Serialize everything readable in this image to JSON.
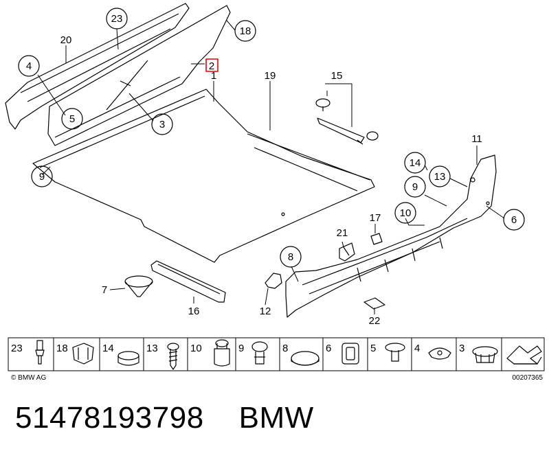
{
  "callouts": {
    "c23": "23",
    "c18": "18",
    "c20": "20",
    "c2": "2",
    "c1": "1",
    "c4": "4",
    "c5": "5",
    "c3": "3",
    "c19": "19",
    "c15": "15",
    "c9a": "9",
    "c11": "11",
    "c14": "14",
    "c13": "13",
    "c9b": "9",
    "c6": "6",
    "c10": "10",
    "c21": "21",
    "c17": "17",
    "c8": "8",
    "c7": "7",
    "c16": "16",
    "c12": "12",
    "c22": "22"
  },
  "legend": {
    "cells": [
      {
        "num": "23",
        "icon": "push-pin-icon"
      },
      {
        "num": "18",
        "icon": "expansion-clip-icon"
      },
      {
        "num": "14",
        "icon": "cap-plug-icon"
      },
      {
        "num": "13",
        "icon": "screw-icon"
      },
      {
        "num": "10",
        "icon": "grommet-nut-icon"
      },
      {
        "num": "9",
        "icon": "push-rivet-icon"
      },
      {
        "num": "8",
        "icon": "round-plug-icon"
      },
      {
        "num": "6",
        "icon": "square-nut-icon"
      },
      {
        "num": "5",
        "icon": "expanding-rivet-icon"
      },
      {
        "num": "4",
        "icon": "spreading-rivet-icon"
      },
      {
        "num": "3",
        "icon": "clip-icon"
      }
    ],
    "copyright": "© BMW AG",
    "diagram_id": "00207365"
  },
  "caption": {
    "part_number": "51478193798",
    "brand": "BMW"
  },
  "colors": {
    "line": "#000000",
    "highlight": "#e00000"
  }
}
